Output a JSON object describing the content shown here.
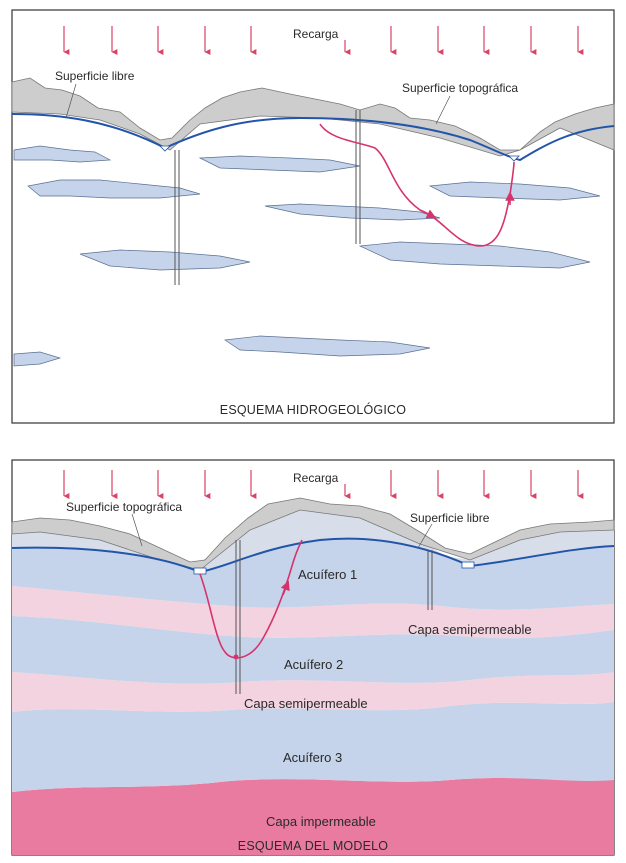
{
  "top_panel": {
    "recharge_label": "Recarga",
    "water_table_label": "Superficie libre",
    "topographic_surface_label": "Superficie topográfica",
    "caption": "ESQUEMA HIDROGEOLÓGICO"
  },
  "bottom_panel": {
    "recharge_label": "Recarga",
    "topographic_surface_label": "Superficie topográfica",
    "water_table_label": "Superficie libre",
    "aquifer_1": "Acuífero 1",
    "semipermeable_1": "Capa semipermeable",
    "aquifer_2": "Acuífero 2",
    "semipermeable_2": "Capa semipermeable",
    "aquifer_3": "Acuífero 3",
    "impermeable": "Capa impermeable",
    "caption": "ESQUEMA DEL MODELO"
  },
  "colors": {
    "water_table": "#2255aa",
    "flow_path": "#d6336c",
    "recharge_arrow": "#d94466",
    "aquifer": "#c5d4ea",
    "semipermeable": "#f3d3df",
    "impermeable": "#e97aa0",
    "topography": "#cdcdcd"
  }
}
